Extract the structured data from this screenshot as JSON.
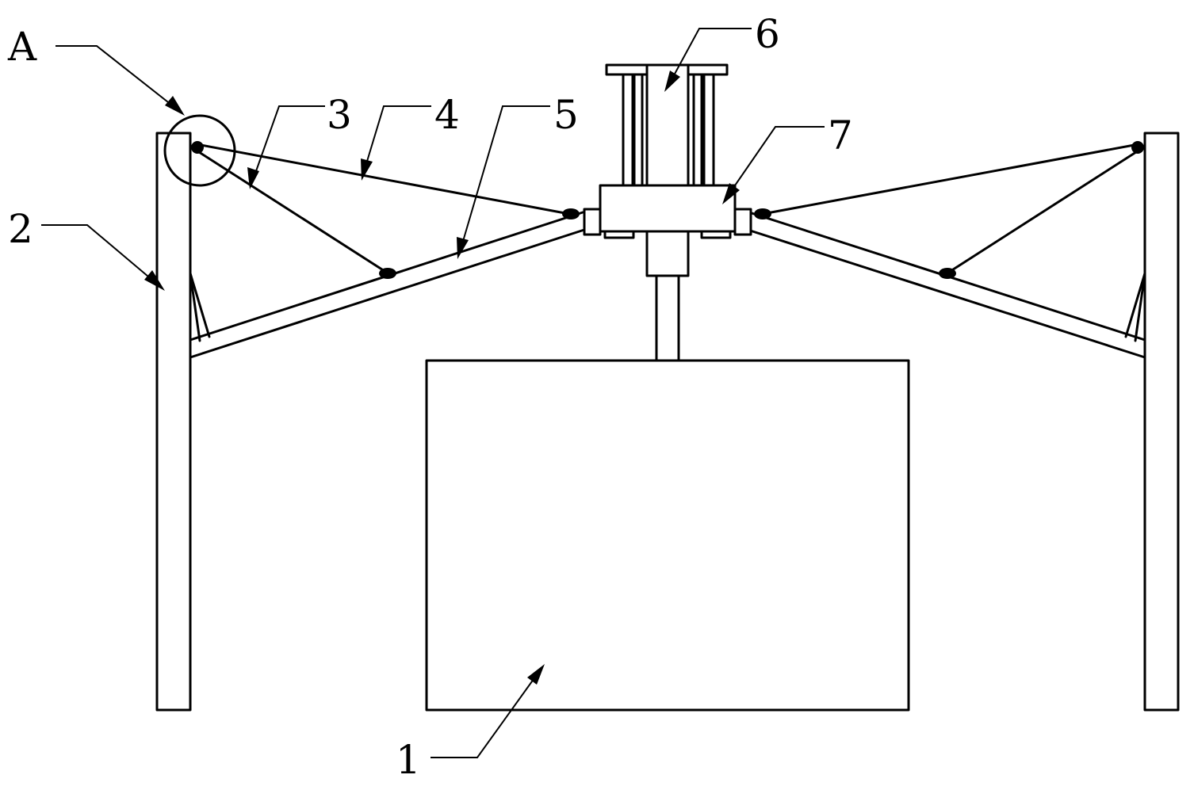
{
  "labels": {
    "a": "A",
    "one": "1",
    "two": "2",
    "three": "3",
    "four": "4",
    "five": "5",
    "six": "6",
    "seven": "7"
  },
  "colors": {
    "line": "#000000",
    "background": "#ffffff"
  }
}
